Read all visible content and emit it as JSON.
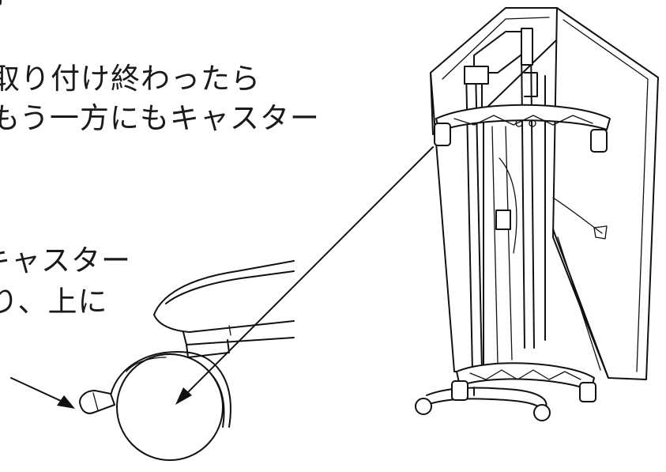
{
  "instructions": {
    "top_char": "手",
    "line1": "取り付け終わったら",
    "line2": "もう一方にもキャスター",
    "line3": "キャスター",
    "line4": "り、上に"
  },
  "icons": [
    "arrow-icon",
    "caster-wheel-icon",
    "folding-stand-icon"
  ]
}
